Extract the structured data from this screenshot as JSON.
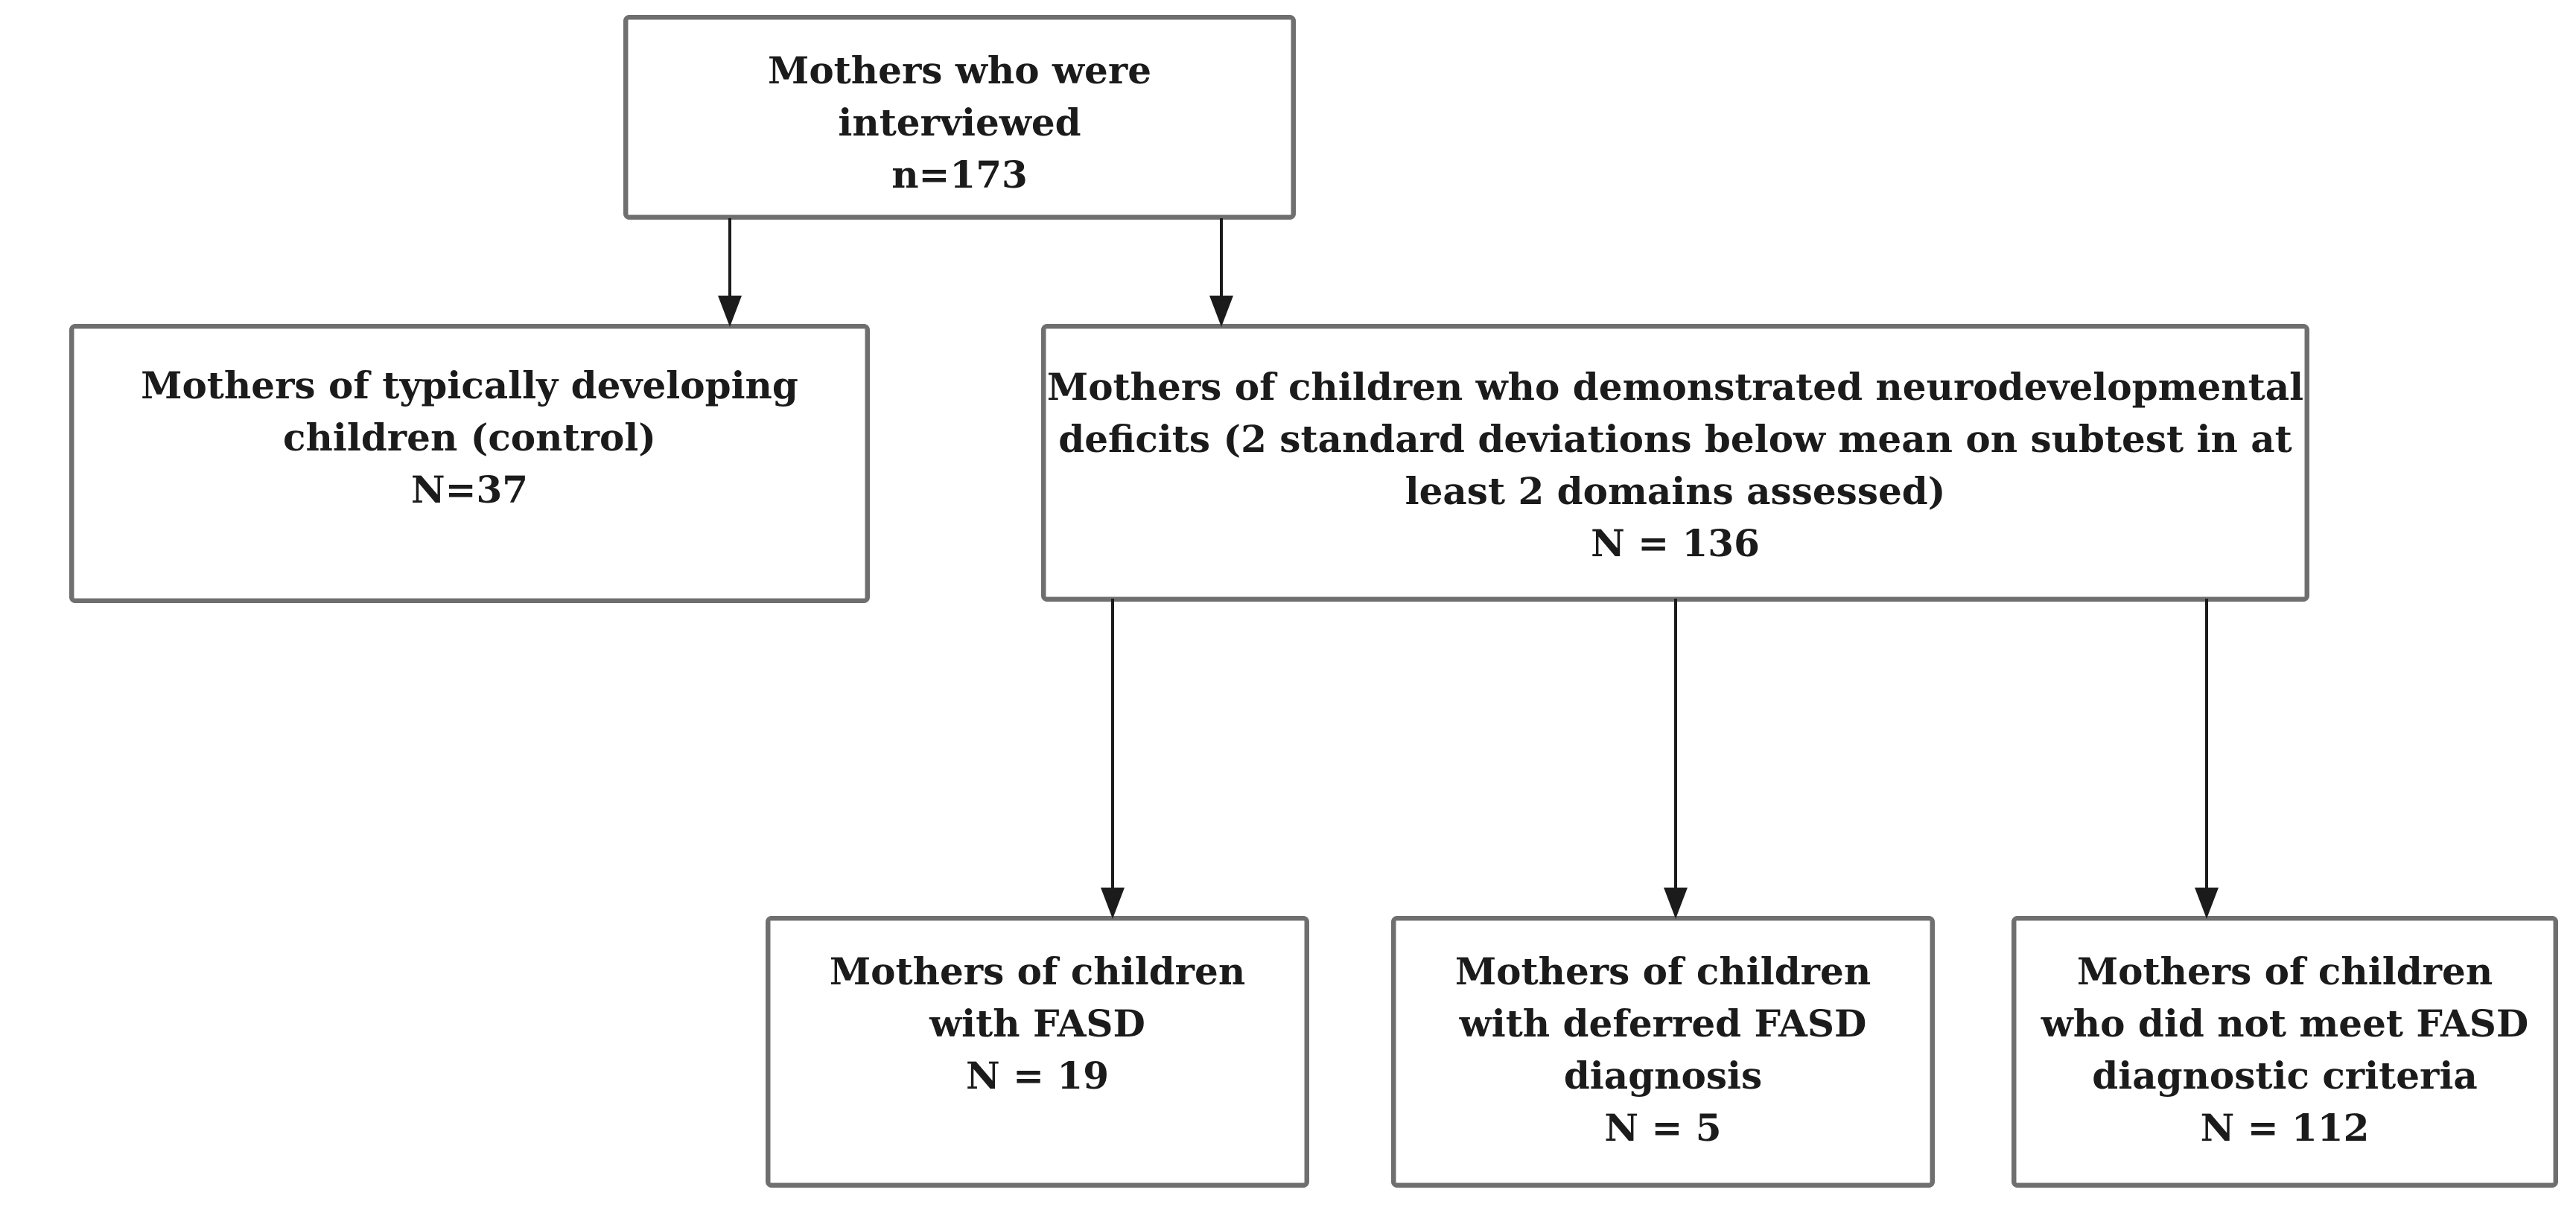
{
  "diagram": {
    "type": "flowchart",
    "boxes": {
      "root": {
        "lines": [
          "Mothers who were",
          "interviewed",
          "n=173"
        ]
      },
      "control": {
        "lines": [
          "Mothers of typically developing",
          "children (control)",
          "N=37"
        ]
      },
      "deficits": {
        "lines": [
          "Mothers of children who demonstrated neurodevelopmental",
          "deficits (2 standard deviations below mean on subtest in at",
          "least 2 domains assessed)",
          "N = 136"
        ]
      },
      "fasd": {
        "lines": [
          "Mothers of children",
          "with FASD",
          "N = 19"
        ]
      },
      "deferred": {
        "lines": [
          "Mothers of children",
          "with deferred FASD",
          "diagnosis",
          "N = 5"
        ]
      },
      "no_criteria": {
        "lines": [
          "Mothers of children",
          "who did not meet FASD",
          "diagnostic criteria",
          "N = 112"
        ]
      }
    },
    "edges": [
      {
        "from": "root",
        "to": "control"
      },
      {
        "from": "root",
        "to": "deficits"
      },
      {
        "from": "deficits",
        "to": "fasd"
      },
      {
        "from": "deficits",
        "to": "deferred"
      },
      {
        "from": "deficits",
        "to": "no_criteria"
      }
    ],
    "colors": {
      "border": "#6f6f6f",
      "text": "#1b1b1b",
      "arrow": "#1b1b1b",
      "background": "#ffffff"
    }
  }
}
